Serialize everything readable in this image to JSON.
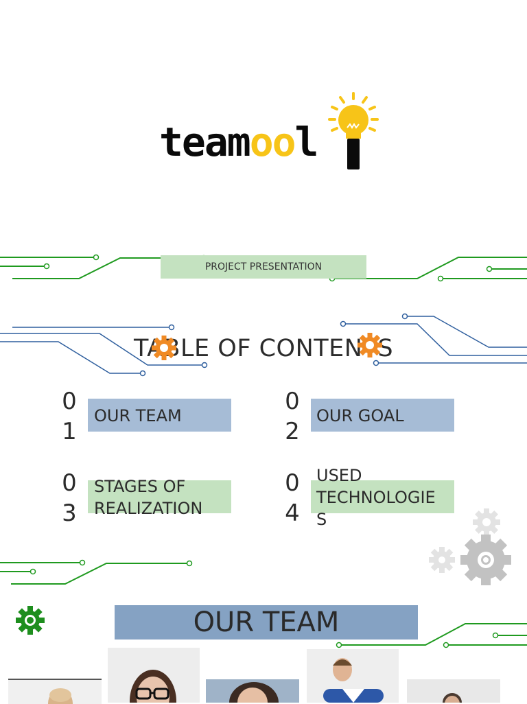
{
  "logo": {
    "text": "teamool"
  },
  "subtitle": "PROJECT PRESENTATION",
  "toc": {
    "title": "TABLE OF CONTENTS",
    "items": [
      {
        "num_top": "0",
        "num_bottom": "1",
        "label": "OUR TEAM",
        "color": "blue"
      },
      {
        "num_top": "0",
        "num_bottom": "2",
        "label": "OUR GOAL",
        "color": "blue"
      },
      {
        "num_top": "0",
        "num_bottom": "3",
        "label_line1": "STAGES OF",
        "label_line2": "REALIZATION",
        "color": "green"
      },
      {
        "num_top": "0",
        "num_bottom": "4",
        "label_line1": "USED",
        "label_line2": "TECHNOLOGIE",
        "label_line3": "S",
        "color": "green"
      }
    ]
  },
  "team_section": {
    "title": "OUR TEAM"
  },
  "colors": {
    "circuit_green": "#1f9a1f",
    "circuit_blue": "#2f5f9e",
    "gear_orange": "#f08a24",
    "gear_gray": "#bdbdbd",
    "bulb_yellow": "#f7c418",
    "toc_blue": "#a6bcd6",
    "toc_green": "#c4e2c0",
    "banner_blue": "#85a2c3"
  }
}
